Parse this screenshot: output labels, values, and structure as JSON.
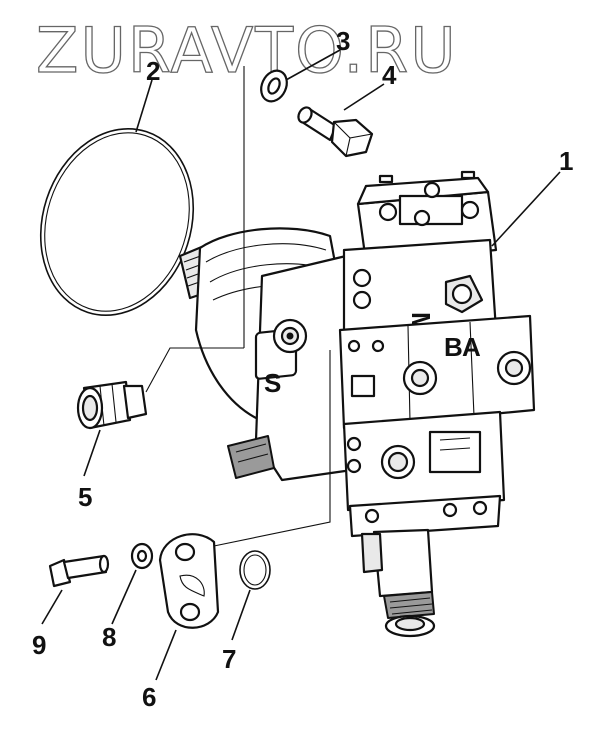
{
  "watermark": "ZURAVTO.RU",
  "corner_mark": "",
  "callouts": {
    "c1": "1",
    "c2": "2",
    "c3": "3",
    "c4": "4",
    "c5": "5",
    "c6": "6",
    "c7": "7",
    "c8": "8",
    "c9": "9"
  },
  "pump_markings": {
    "s_logo": "S",
    "port_a": "A",
    "port_b": "B",
    "port_m": "M"
  }
}
